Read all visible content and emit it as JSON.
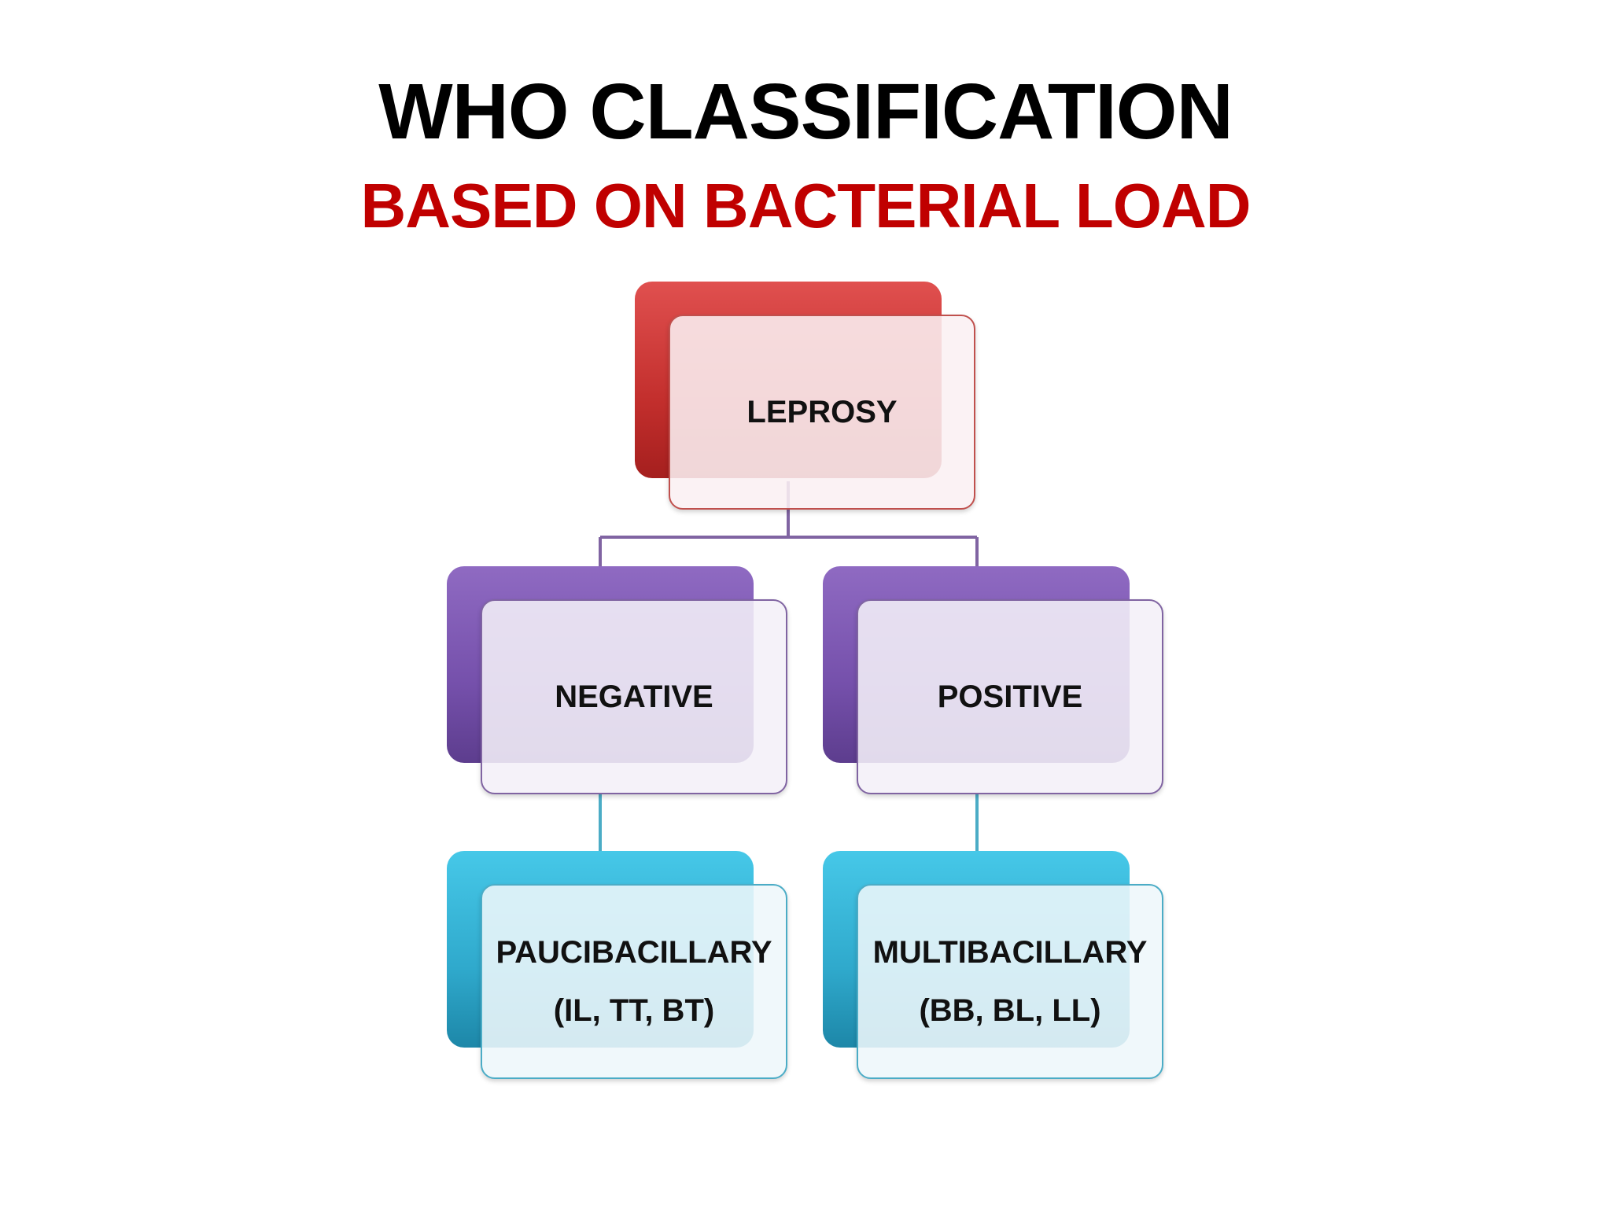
{
  "title": "WHO CLASSIFICATION",
  "subtitle": "BASED ON BACTERIAL LOAD",
  "nodes": {
    "root": {
      "label": "LEPROSY"
    },
    "negative": {
      "label": "NEGATIVE"
    },
    "positive": {
      "label": "POSITIVE"
    },
    "paucibacillary": {
      "label_line1": "PAUCIBACILLARY",
      "label_line2": "(IL, TT, BT)"
    },
    "multibacillary": {
      "label_line1": "MULTIBACILLARY",
      "label_line2": "(BB, BL, LL)"
    }
  },
  "colors": {
    "title": "#000000",
    "subtitle": "#c00000",
    "root": "#c0504d",
    "level2": "#8064a2",
    "level3": "#4bacc6"
  }
}
